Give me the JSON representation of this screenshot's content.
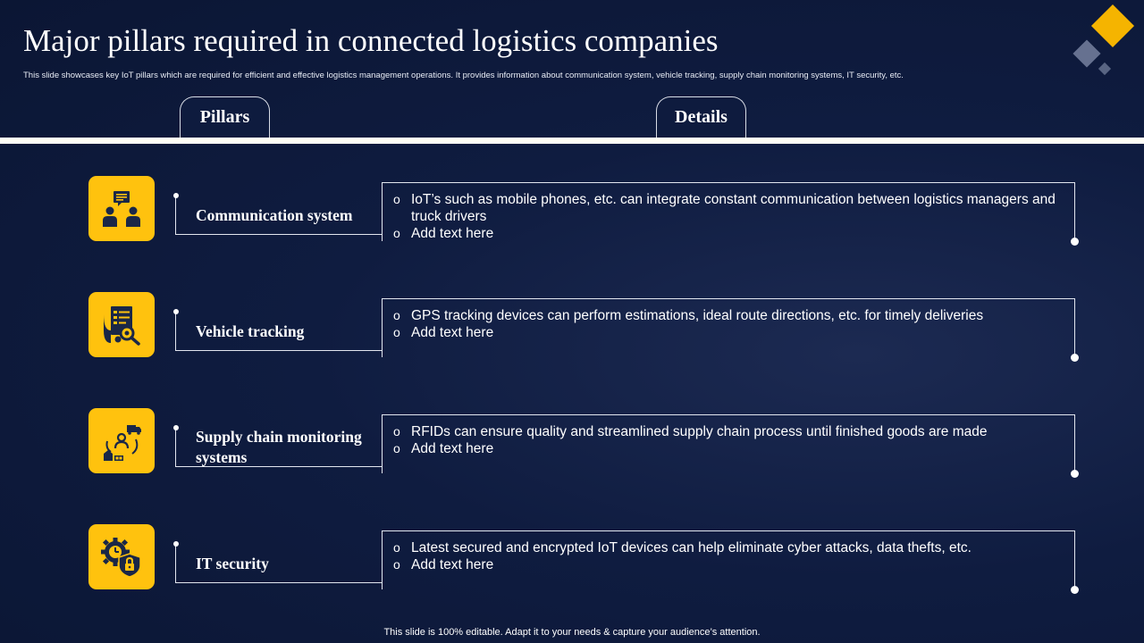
{
  "title": "Major pillars required in connected logistics companies",
  "subtitle": "This slide showcases key IoT pillars which are required for efficient and effective logistics management operations. It provides information about communication system, vehicle tracking, supply chain monitoring systems, IT security, etc.",
  "tabs": {
    "pillars": "Pillars",
    "details": "Details"
  },
  "rows": [
    {
      "pillar": "Communication system",
      "icon": "communication-people-icon",
      "bullet": "o",
      "details": [
        "IoT’s such as mobile phones, etc. can integrate constant communication between logistics managers and truck drivers",
        "Add text here"
      ]
    },
    {
      "pillar": "Vehicle tracking",
      "icon": "tracking-checklist-icon",
      "bullet": "o",
      "details": [
        "GPS tracking devices can perform estimations, ideal route directions, etc. for timely deliveries",
        "Add text here"
      ]
    },
    {
      "pillar": "Supply chain monitoring systems",
      "icon": "supply-chain-icon",
      "bullet": "o",
      "details": [
        "RFIDs can ensure quality and streamlined supply chain process until finished goods are made",
        "Add text here"
      ]
    },
    {
      "pillar": "IT security",
      "icon": "security-lock-gear-icon",
      "bullet": "o",
      "details": [
        "Latest secured and encrypted IoT devices can help eliminate cyber attacks, data thefts, etc.",
        "Add text here"
      ]
    }
  ],
  "footer": "This slide is 100% editable. Adapt it to your needs & capture your audience’s attention.",
  "colors": {
    "accent": "#ffc20e",
    "background": "#0f1c40",
    "bar": "#fffef5"
  }
}
